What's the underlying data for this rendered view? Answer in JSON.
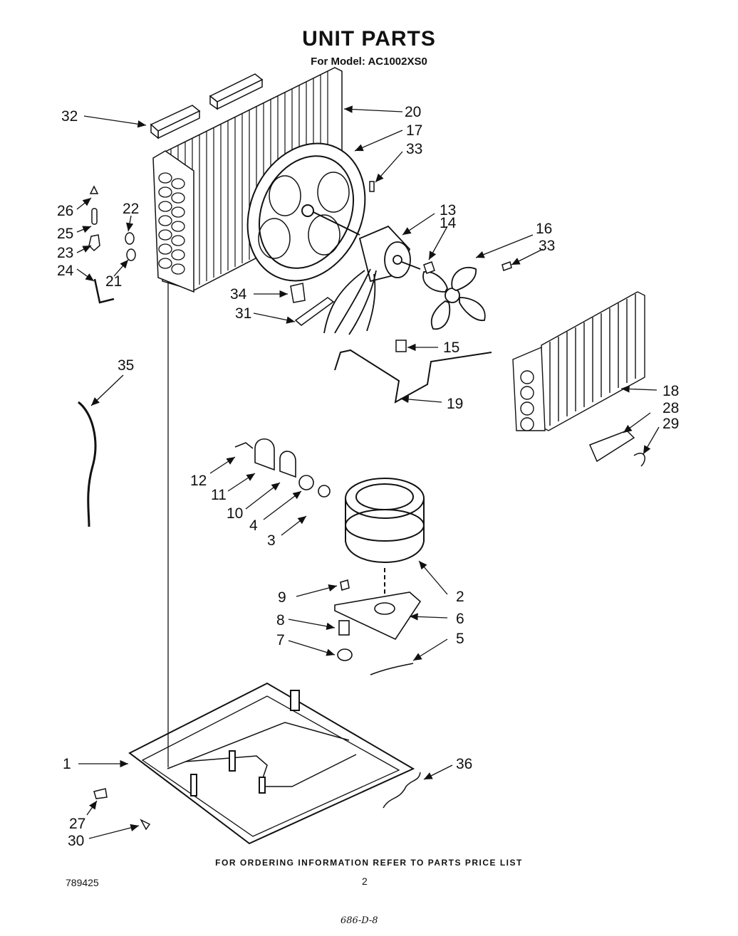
{
  "header": {
    "title": "UNIT PARTS",
    "subtitle": "For Model: AC1002XS0"
  },
  "footer": {
    "note": "FOR ORDERING INFORMATION REFER TO PARTS PRICE LIST",
    "doc_number": "789425",
    "page_number": "2",
    "handwritten": "686-D-8"
  },
  "callouts": [
    "1",
    "2",
    "3",
    "4",
    "5",
    "6",
    "7",
    "8",
    "9",
    "10",
    "11",
    "12",
    "13",
    "14",
    "15",
    "16",
    "17",
    "18",
    "19",
    "20",
    "21",
    "22",
    "23",
    "24",
    "25",
    "26",
    "27",
    "28",
    "29",
    "30",
    "31",
    "32",
    "33",
    "33",
    "34",
    "35",
    "36"
  ]
}
